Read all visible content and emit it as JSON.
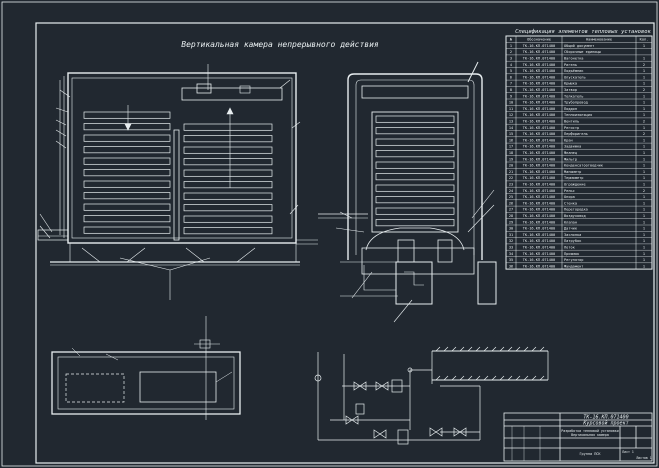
{
  "title": "Вертикальная камера непрерывного действия",
  "spec_title": "Спецификация элементов тепловых установок",
  "spec_header": [
    "№",
    "Обозначение",
    "Наименование",
    "Кол."
  ],
  "spec_rows": [
    {
      "n": "1",
      "code": "ТК-16.КП.071400",
      "name": "Общий документ",
      "qty": "1"
    },
    {
      "n": "2",
      "code": "ТК-16.КП.071400",
      "name": "Сборочные единицы",
      "qty": ""
    },
    {
      "n": "3",
      "code": "ТК-16.КП.071400",
      "name": "Вагонетка",
      "qty": "1"
    },
    {
      "n": "4",
      "code": "ТК-16.КП.071400",
      "name": "Ригель",
      "qty": "2"
    },
    {
      "n": "5",
      "code": "ТК-16.КП.071400",
      "name": "Подъёмник",
      "qty": "1"
    },
    {
      "n": "6",
      "code": "ТК-16.КП.071400",
      "name": "Опускатель",
      "qty": "1"
    },
    {
      "n": "7",
      "code": "ТК-16.КП.071400",
      "name": "Крышка",
      "qty": "1"
    },
    {
      "n": "8",
      "code": "ТК-16.КП.071400",
      "name": "Затвор",
      "qty": "2"
    },
    {
      "n": "9",
      "code": "ТК-16.КП.071400",
      "name": "Толкатель",
      "qty": "1"
    },
    {
      "n": "10",
      "code": "ТК-16.КП.071400",
      "name": "Трубопровод",
      "qty": "1"
    },
    {
      "n": "11",
      "code": "ТК-16.КП.071400",
      "name": "Поддон",
      "qty": "1"
    },
    {
      "n": "12",
      "code": "ТК-16.КП.071400",
      "name": "Теплоизоляция",
      "qty": "1"
    },
    {
      "n": "13",
      "code": "ТК-16.КП.071400",
      "name": "Вентиль",
      "qty": "2"
    },
    {
      "n": "14",
      "code": "ТК-16.КП.071400",
      "name": "Регистр",
      "qty": "1"
    },
    {
      "n": "15",
      "code": "ТК-16.КП.071400",
      "name": "Перфоригель",
      "qty": "2"
    },
    {
      "n": "16",
      "code": "ТК-16.КП.071400",
      "name": "Кран",
      "qty": "1"
    },
    {
      "n": "17",
      "code": "ТК-16.КП.071400",
      "name": "Задвижка",
      "qty": "1"
    },
    {
      "n": "18",
      "code": "ТК-16.КП.071400",
      "name": "Фланец",
      "qty": "1"
    },
    {
      "n": "19",
      "code": "ТК-16.КП.071400",
      "name": "Фильтр",
      "qty": "1"
    },
    {
      "n": "20",
      "code": "ТК-16.КП.071400",
      "name": "Конденсатоотводчик",
      "qty": "1"
    },
    {
      "n": "21",
      "code": "ТК-16.КП.071400",
      "name": "Манометр",
      "qty": "1"
    },
    {
      "n": "22",
      "code": "ТК-16.КП.071400",
      "name": "Термометр",
      "qty": "1"
    },
    {
      "n": "23",
      "code": "ТК-16.КП.071400",
      "name": "Ограждение",
      "qty": "1"
    },
    {
      "n": "24",
      "code": "ТК-16.КП.071400",
      "name": "Рельс",
      "qty": "2"
    },
    {
      "n": "25",
      "code": "ТК-16.КП.071400",
      "name": "Опора",
      "qty": "1"
    },
    {
      "n": "26",
      "code": "ТК-16.КП.071400",
      "name": "Стенка",
      "qty": "1"
    },
    {
      "n": "27",
      "code": "ТК-16.КП.071400",
      "name": "Перегородка",
      "qty": "1"
    },
    {
      "n": "28",
      "code": "ТК-16.КП.071400",
      "name": "Воздуховод",
      "qty": "1"
    },
    {
      "n": "29",
      "code": "ТК-16.КП.071400",
      "name": "Клапан",
      "qty": "1"
    },
    {
      "n": "30",
      "code": "ТК-16.КП.071400",
      "name": "Датчик",
      "qty": "1"
    },
    {
      "n": "31",
      "code": "ТК-16.КП.071400",
      "name": "Заслонка",
      "qty": "1"
    },
    {
      "n": "32",
      "code": "ТК-16.КП.071400",
      "name": "Патрубок",
      "qty": "1"
    },
    {
      "n": "33",
      "code": "ТК-16.КП.071400",
      "name": "Лоток",
      "qty": "1"
    },
    {
      "n": "34",
      "code": "ТК-16.КП.071400",
      "name": "Приямок",
      "qty": "1"
    },
    {
      "n": "35",
      "code": "ТК-16.КП.071400",
      "name": "Регулятор",
      "qty": "1"
    },
    {
      "n": "36",
      "code": "ТК-16.КП.071400",
      "name": "Фундамент",
      "qty": "1"
    }
  ],
  "stamp": {
    "doc_code": "ТК-16.КП.071400",
    "sheet_title": "Курсовой проект",
    "desc1": "Разработка тепловой установки",
    "desc2": "Вертикальная камера",
    "org": "Группа ПСК",
    "sheet": "Лист 1",
    "sheets": "Листов 1"
  }
}
